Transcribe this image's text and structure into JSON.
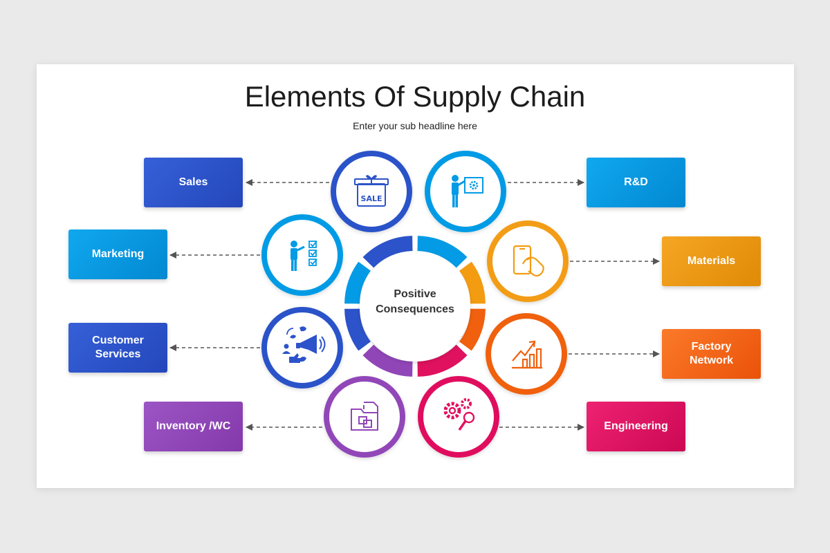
{
  "title": "Elements Of Supply Chain",
  "subtitle": "Enter your sub headline here",
  "center_label": "Positive\nConsequences",
  "colors": {
    "blue": "#2c53c9",
    "light_blue": "#039be5",
    "orange": "#f39c12",
    "deep_orange": "#f0600e",
    "pink": "#e0115f",
    "purple": "#9146b8"
  },
  "elements": [
    {
      "label": "Sales",
      "icon": "sale-box-icon",
      "color": "#2c53c9"
    },
    {
      "label": "R&D",
      "icon": "presentation-gear-icon",
      "color": "#039be5"
    },
    {
      "label": "Marketing",
      "icon": "person-checklist-icon",
      "color": "#039be5"
    },
    {
      "label": "Materials",
      "icon": "hand-phone-icon",
      "color": "#f39c12"
    },
    {
      "label": "Customer\nServices",
      "icon": "megaphone-social-icon",
      "color": "#2c53c9"
    },
    {
      "label": "Factory\nNetwork",
      "icon": "growth-chart-icon",
      "color": "#f0600e"
    },
    {
      "label": "Inventory /WC",
      "icon": "folder-documents-icon",
      "color": "#9146b8"
    },
    {
      "label": "Engineering",
      "icon": "gears-magnifier-icon",
      "color": "#e0115f"
    }
  ]
}
